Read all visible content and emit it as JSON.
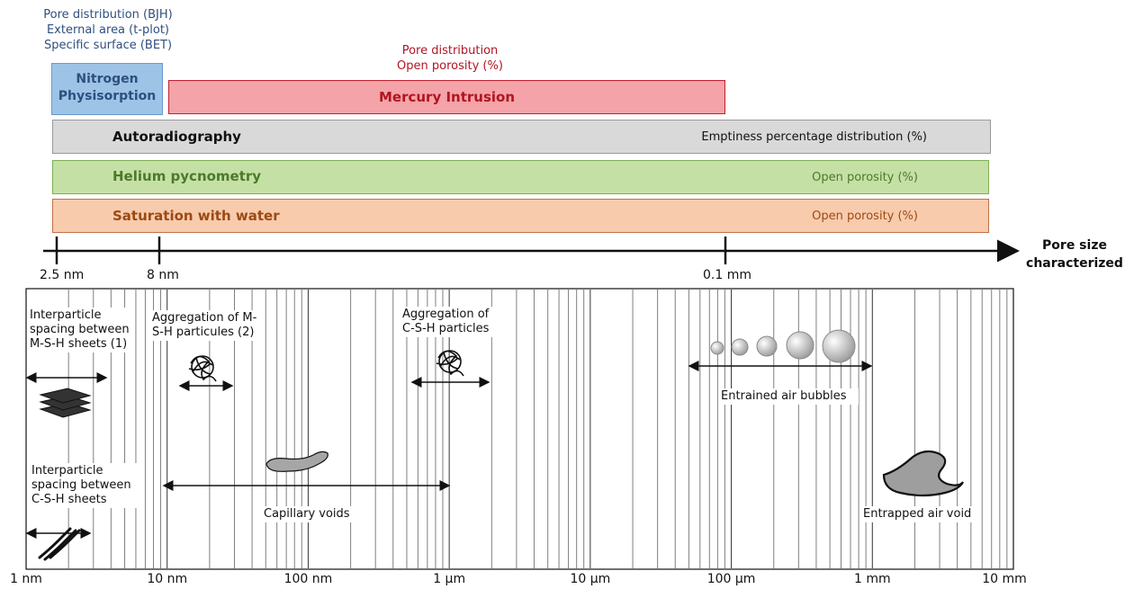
{
  "nitrogen": {
    "notes": [
      "Pore distribution (BJH)",
      "External area (t-plot)",
      "Specific surface (BET)"
    ],
    "label": "Nitrogen Physisorption",
    "color": "#9dc3e6"
  },
  "mercury": {
    "notes": [
      "Pore distribution",
      "Open porosity (%)"
    ],
    "label": "Mercury Intrusion",
    "color": "#f4a3a8"
  },
  "techniques": [
    {
      "label": "Autoradiography",
      "note": "Emptiness percentage distribution (%)",
      "color": "#d9d9d9"
    },
    {
      "label": "Helium pycnometry",
      "note": "Open porosity (%)",
      "color": "#c5e0a5"
    },
    {
      "label": "Saturation with water",
      "note": "Open porosity (%)",
      "color": "#f8cbad"
    }
  ],
  "size_axis": {
    "title_line1": "Pore size",
    "title_line2": "characterized",
    "ticks": [
      "2.5 nm",
      "8 nm",
      "0.1 mm"
    ]
  },
  "chart_axis": {
    "labels": [
      "1 nm",
      "10 nm",
      "100 nm",
      "1 µm",
      "10 µm",
      "100 µm",
      "1 mm",
      "10 mm"
    ]
  },
  "features": {
    "msh_sheets": "Interparticle spacing between M-S-H sheets (1)",
    "msh_particles": "Aggregation of M-S-H particules (2)",
    "csh_particles": "Aggregation of C-S-H particles",
    "air_bubbles": "Entrained air bubbles",
    "csh_sheets": "Interparticle spacing between C-S-H sheets",
    "capillary": "Capillary voids",
    "entrapped": "Entrapped air void"
  }
}
